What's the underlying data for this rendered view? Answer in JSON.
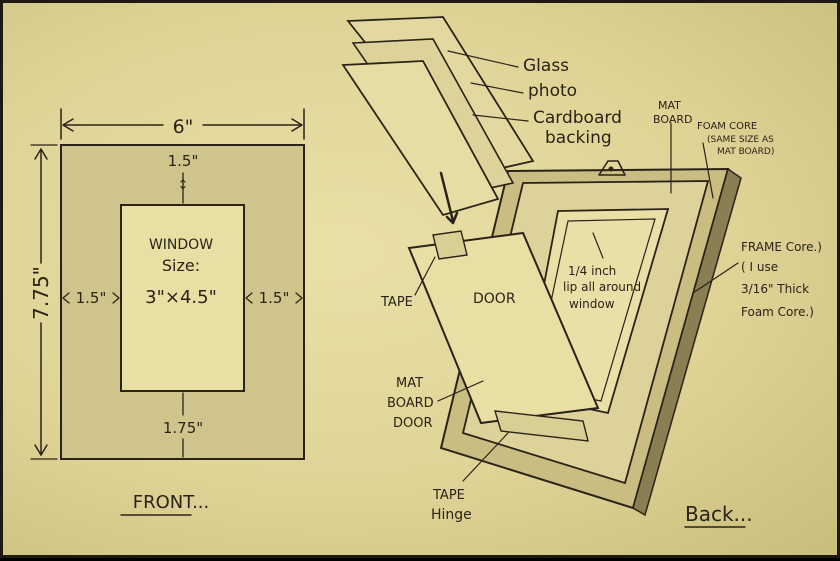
{
  "front": {
    "width_label": "6\"",
    "height_label": "7.75\"",
    "top_margin": "1.5\"",
    "left_margin": "1.5\"",
    "right_margin": "1.5\"",
    "bottom_margin": "1.75\"",
    "window_label_1": "WINDOW",
    "window_label_2": "Size:",
    "window_size": "3\"×4.5\"",
    "caption": "FRONT..."
  },
  "back": {
    "caption": "Back...",
    "glass": "Glass",
    "photo": "photo",
    "cardboard": "Cardboard",
    "backing": "backing",
    "mat_board_1": "MAT",
    "mat_board_2": "BOARD",
    "foam_core_1": "FOAM CORE",
    "foam_core_2": "(SAME SIZE AS",
    "foam_core_3": "MAT BOARD)",
    "frame_core_1": "FRAME Core.)",
    "frame_core_2": "( I use",
    "frame_core_3": "3/16\" Thick",
    "frame_core_4": "Foam Core.)",
    "lip_1": "1/4 inch",
    "lip_2": "lip all around",
    "lip_3": "window",
    "tape": "TAPE",
    "door": "DOOR",
    "mat_door_1": "MAT",
    "mat_door_2": "BOARD",
    "mat_door_3": "DOOR",
    "tape_hinge_1": "TAPE",
    "tape_hinge_2": "Hinge"
  },
  "colors": {
    "paper": "#e4da9e",
    "mat": "#cfc58c",
    "ink": "#2a2318",
    "dark_edge": "#8a7f52"
  }
}
